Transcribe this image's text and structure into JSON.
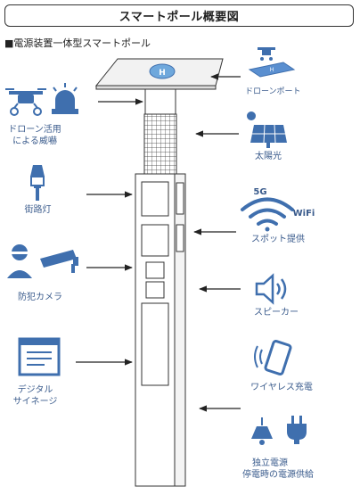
{
  "title": "スマートポール概要図",
  "subtitle": "■電源装置一体型スマートポール",
  "labels": {
    "drone_port": "ドローンポート",
    "drone_top": "ドローン活用",
    "drone_bottom": "による威嚇",
    "solar": "太陽光",
    "street_light": "街路灯",
    "fiveg": "5G",
    "wifi": "WiFi",
    "spot": "スポット提供",
    "camera": "防犯カメラ",
    "speaker": "スピーカー",
    "signage_top": "デジタル",
    "signage_bottom": "サイネージ",
    "wireless": "ワイヤレス充電",
    "power_top": "独立電源",
    "power_bottom": "停電時の電源供給"
  },
  "colors": {
    "icon": "#3f6fae",
    "pole_stroke": "#333333",
    "arrow": "#222222"
  }
}
